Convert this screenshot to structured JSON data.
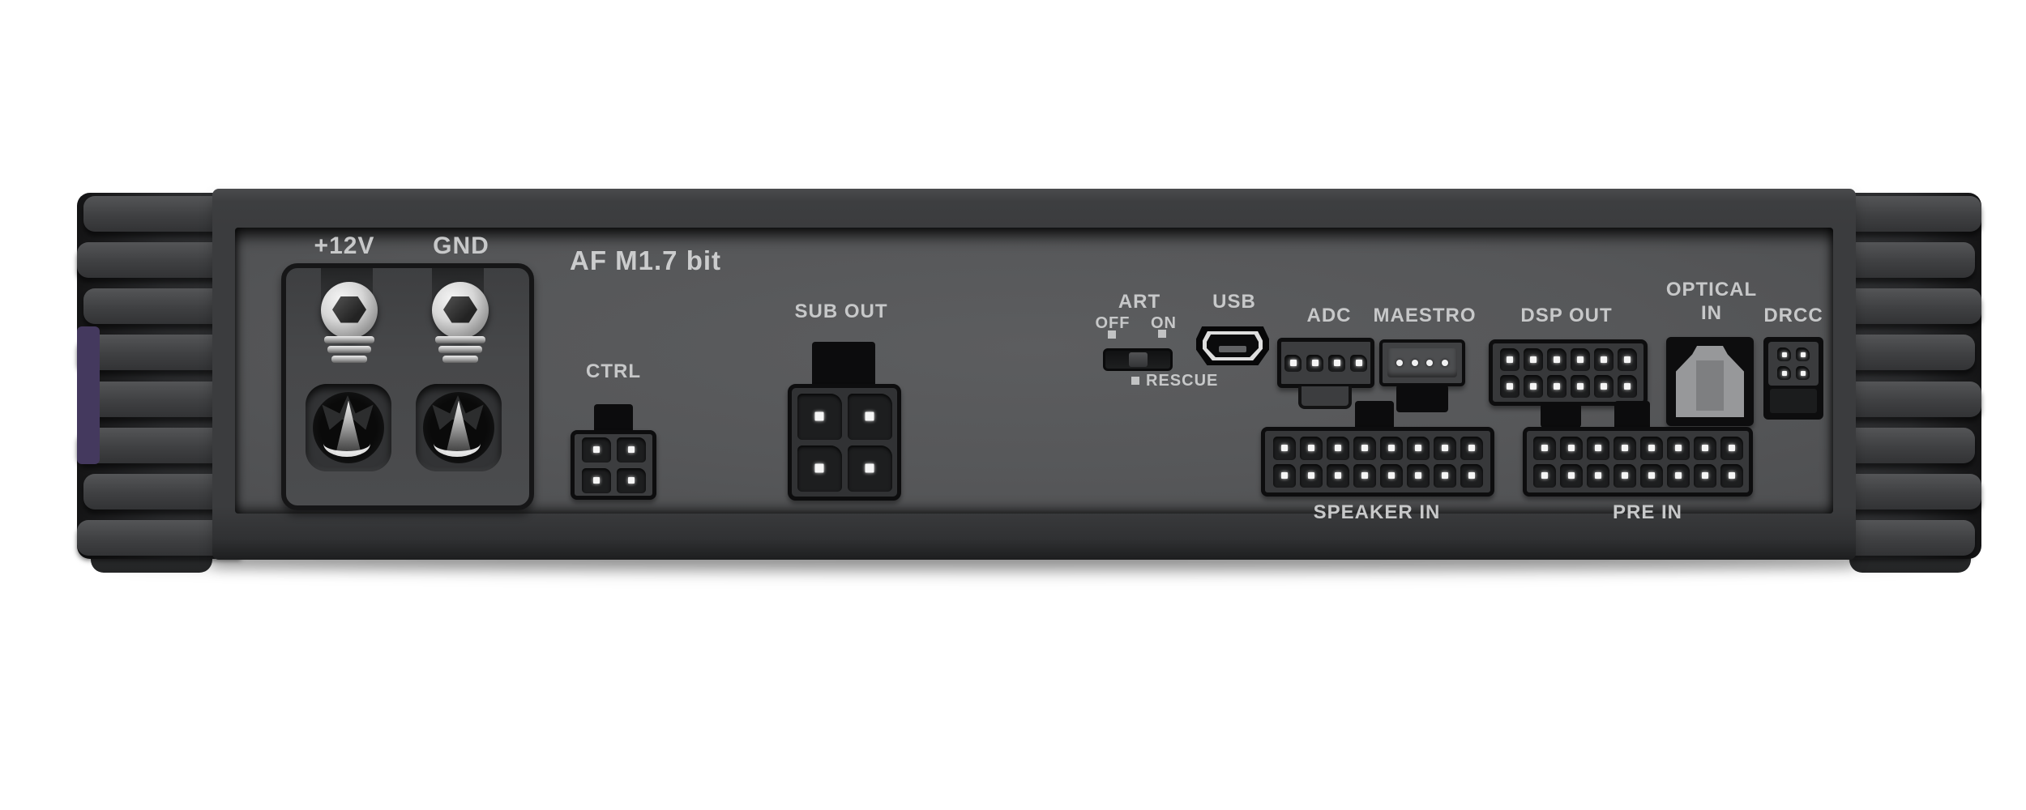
{
  "device": {
    "model_label": "AF M1.7 bit",
    "power": {
      "positive_label": "+12V",
      "ground_label": "GND"
    },
    "ctrl_label": "CTRL",
    "sub_out_label": "SUB OUT",
    "art_switch": {
      "title": "ART",
      "off_label": "OFF",
      "on_label": "ON",
      "rescue_label": "RESCUE",
      "knob_position": "middle"
    },
    "usb_label": "USB",
    "adc_label": "ADC",
    "maestro_label": "MAESTRO",
    "dsp_out_label": "DSP OUT",
    "optical_in": {
      "line1": "OPTICAL",
      "line2": "IN"
    },
    "drcc_label": "DRCC",
    "speaker_in_label": "SPEAKER IN",
    "pre_in_label": "PRE IN"
  },
  "colors": {
    "background": "#ffffff",
    "panel_gray": "#56575a",
    "chassis_dark": "#3b3c3e",
    "connector_black": "#0d0d0e",
    "label_text": "#c7c8c9",
    "accent_purple": "#44395e",
    "metal_silver": "#d9d9d9"
  }
}
